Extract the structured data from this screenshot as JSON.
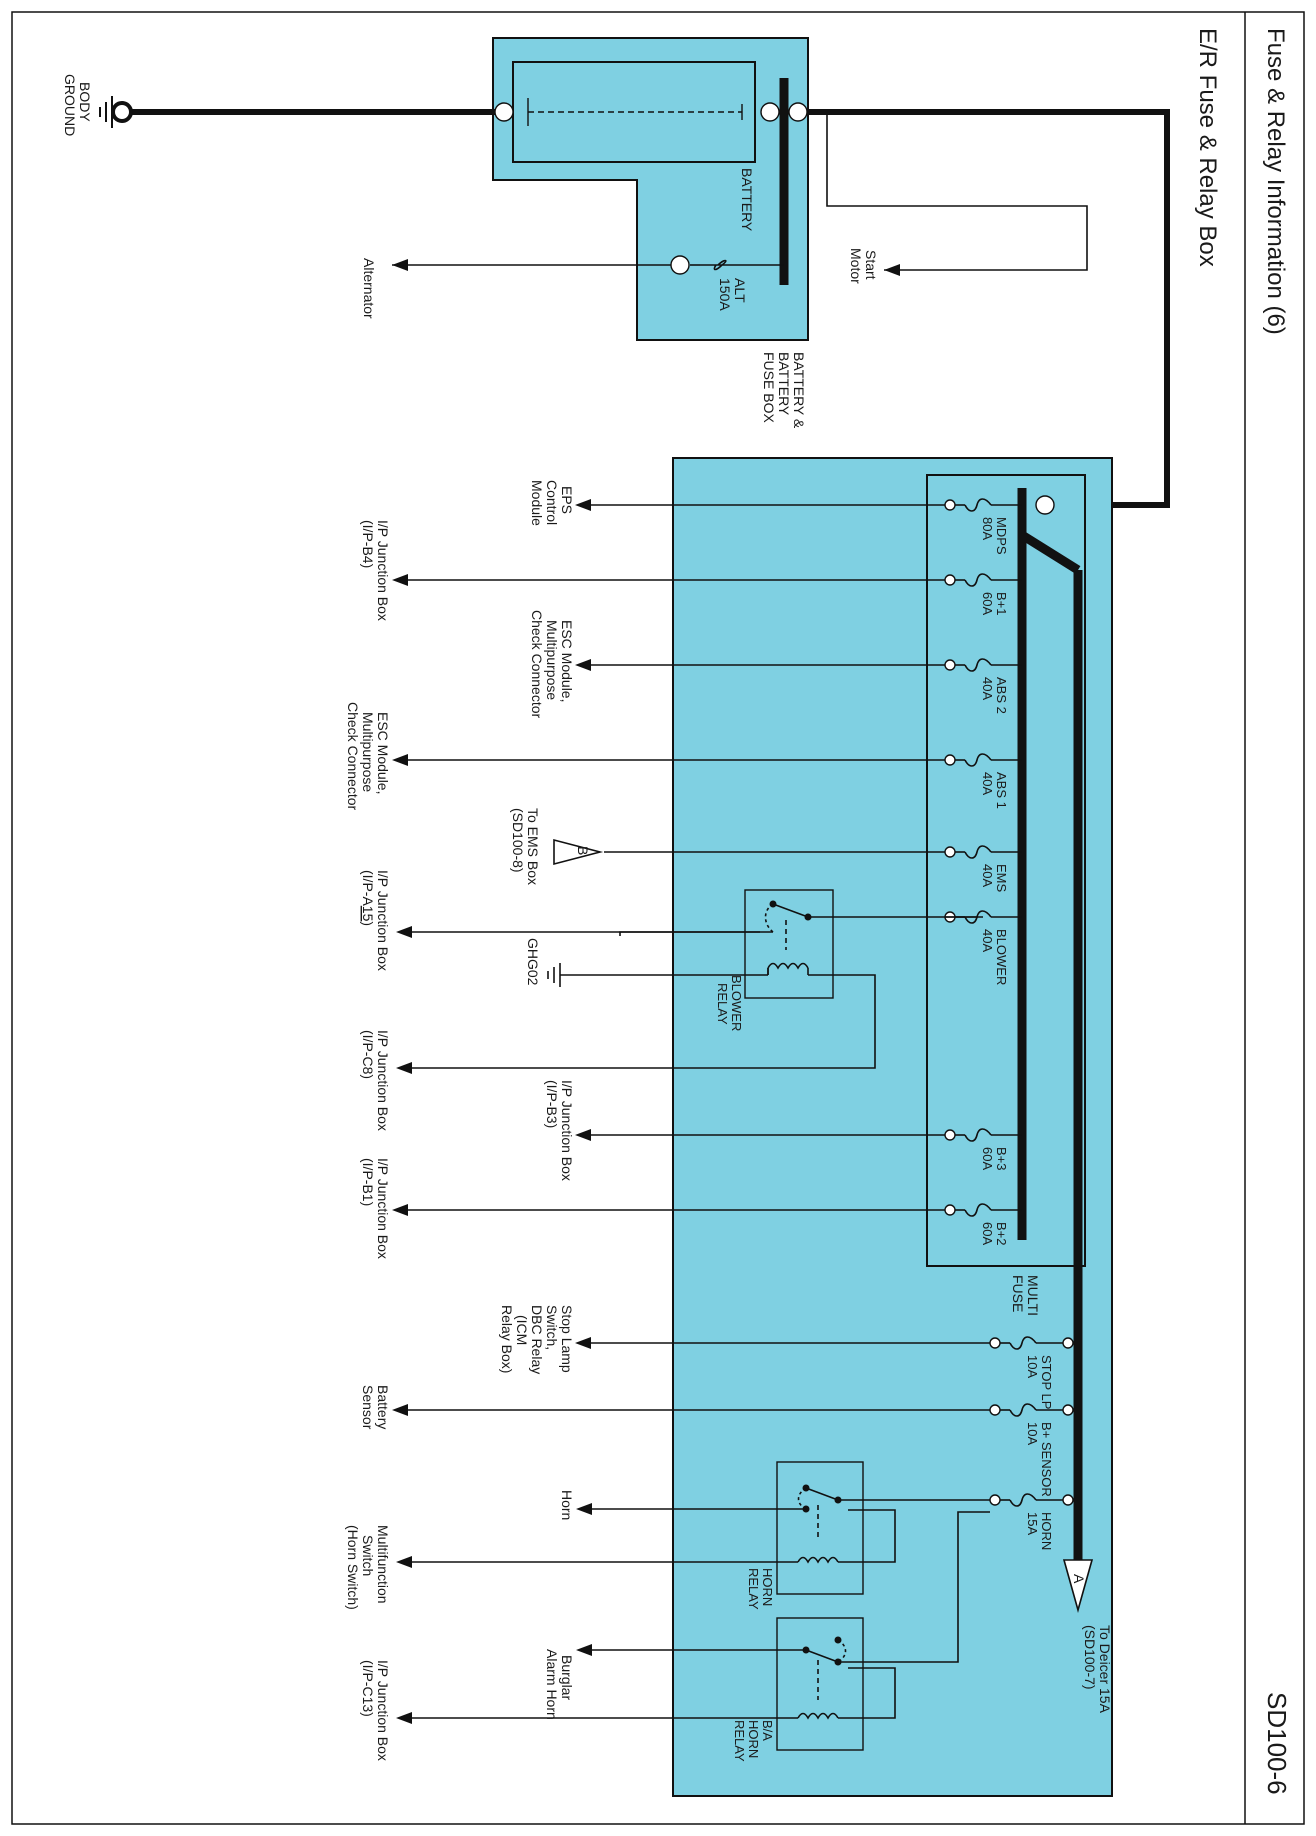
{
  "page": {
    "title": "Fuse & Relay Information (6)",
    "subtitle": "E/R Fuse & Relay Box",
    "diagram_id": "SD100-6"
  },
  "ground": {
    "label": "BODY GROUND"
  },
  "battery_box": {
    "label": "BATTERY & BATTERY FUSE BOX",
    "battery_label": "BATTERY",
    "alt_fuse": "ALT 150A",
    "start_motor": "Start Motor",
    "alternator": "Alternator"
  },
  "er_box": {
    "multi_fuse_label": "MULTI FUSE",
    "fuses": [
      {
        "name": "MDPS",
        "rating": "80A",
        "dest": "EPS Control Module"
      },
      {
        "name": "B+1",
        "rating": "60A",
        "dest": "I/P Junction Box",
        "dest2": "(I/P-B",
        "pin": "4"
      },
      {
        "name": "ABS 2",
        "rating": "40A",
        "dest": "ESC Module, Multipurpose Check Connector"
      },
      {
        "name": "ABS 1",
        "rating": "40A",
        "dest": "ESC Module, Multipurpose Check Connector"
      },
      {
        "name": "EMS",
        "rating": "40A",
        "dest": "To EMS Box (SD100-8)",
        "connector": "B"
      },
      {
        "name": "BLOWER",
        "rating": "40A",
        "dest": "I/P Junction Box",
        "dest2": "(I/P-A",
        "pin": "15"
      },
      {
        "name": "B+3",
        "rating": "60A",
        "dest": "I/P Junction Box",
        "dest2": "(I/P-B",
        "pin": "3"
      },
      {
        "name": "B+2",
        "rating": "60A",
        "dest": "I/P Junction Box",
        "dest2": "(I/P-B",
        "pin": "1"
      },
      {
        "name": "STOP LP",
        "rating": "10A",
        "dest": "Stop Lamp Switch, DBC Relay (ICM Relay Box)"
      },
      {
        "name": "B+ SENSOR",
        "rating": "10A",
        "dest": "Battery Sensor"
      },
      {
        "name": "HORN",
        "rating": "15A",
        "dest": "Horn"
      }
    ],
    "ground_ghg": "GHG02",
    "blower_relay_coil_dest": "I/P Junction Box",
    "blower_relay_coil_dest2": "(I/P-C",
    "blower_relay_coil_pin": "8",
    "blower_relay": "BLOWER RELAY",
    "horn_relay": "HORN RELAY",
    "horn_relay_coil_dest": "Multifunction Switch (Horn Switch)",
    "ba_horn_relay": "B/A HORN RELAY",
    "ba_horn_dest": "Burglar Alarm Horn",
    "ba_coil_dest": "I/P Junction Box",
    "ba_coil_dest2": "(I/P-C",
    "ba_coil_pin": "13",
    "deicer": "To Deicer 15A (SD100-7)",
    "deicer_connector": "A"
  }
}
